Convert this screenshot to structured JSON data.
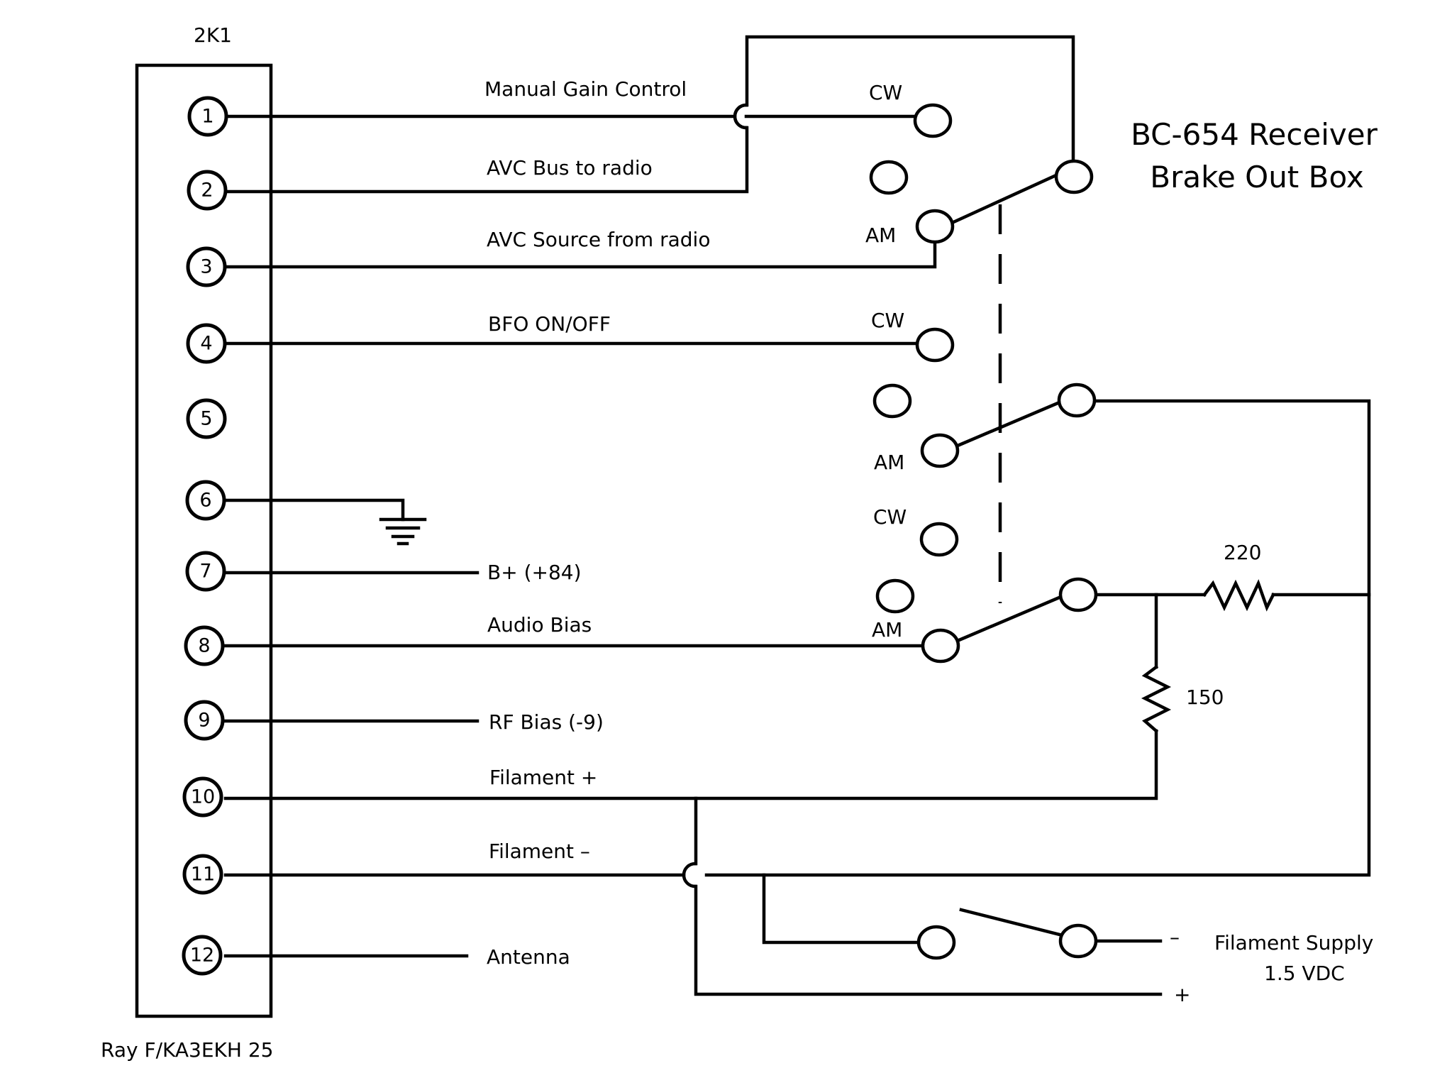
{
  "connector": {
    "name": "2K1",
    "pins": [
      "1",
      "2",
      "3",
      "4",
      "5",
      "6",
      "7",
      "8",
      "9",
      "10",
      "11",
      "12"
    ]
  },
  "signals": {
    "pin1": "Manual Gain Control",
    "pin2": "AVC Bus to radio",
    "pin3": "AVC Source from radio",
    "pin4": "BFO ON/OFF",
    "pin7": "B+  (+84)",
    "pin8": "Audio Bias",
    "pin9": "RF Bias (-9)",
    "pin10": "Filament  +",
    "pin11": "Filament  –",
    "pin12": "Antenna"
  },
  "switch": {
    "cw": "CW",
    "am": "AM"
  },
  "resistors": {
    "r1": "220",
    "r2": "150"
  },
  "title": {
    "line1": "BC-654 Receiver",
    "line2": "Brake Out Box"
  },
  "supply": {
    "minus": "–",
    "plus": "+",
    "line1": "Filament Supply",
    "line2": "1.5 VDC"
  },
  "credit": "Ray F/KA3EKH 25"
}
